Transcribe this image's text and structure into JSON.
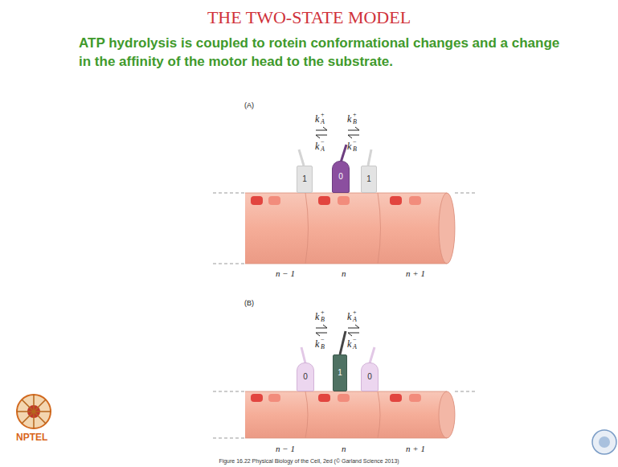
{
  "diagram": {
    "title": "THE TWO-STATE MODEL",
    "caption": "Figure 16.22 Physical Biology of the Cell, 2ed (© Garland Science 2013)",
    "nodes": [
      {
        "text": [
          "1"
        ]
      },
      {
        "text": [
          "0"
        ]
      },
      {
        "text": [
          "1"
        ]
      },
      {
        "text": [
          "0"
        ]
      },
      {
        "text": [
          "1"
        ]
      },
      {
        "text": [
          "0"
        ]
      }
    ],
    "labels": [
      "ATP hydrolysis is coupled to rotein conformational changes and a change in the affinity of the motor head to the substrate.",
      "(A)",
      "k",
      "A",
      "+",
      "k",
      "A",
      "−",
      "k",
      "B",
      "+",
      "k",
      "B",
      "−",
      "n − 1",
      "n",
      "n + 1",
      "(B)",
      "k",
      "B",
      "+",
      "k",
      "B",
      "−",
      "k",
      "A",
      "+",
      "k",
      "A",
      "−",
      "n − 1",
      "n",
      "n + 1",
      "NPTEL"
    ]
  }
}
